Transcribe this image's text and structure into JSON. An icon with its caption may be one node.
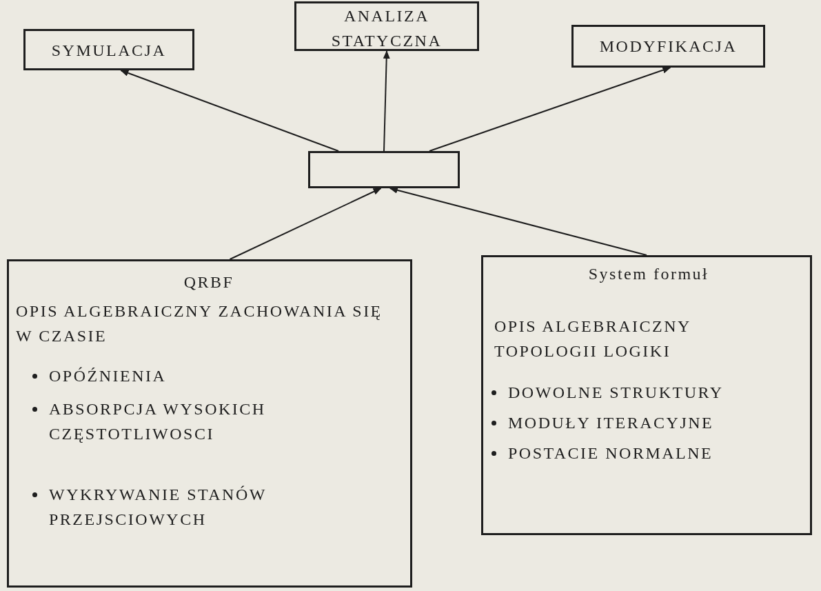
{
  "diagram": {
    "nodes": [
      {
        "text": [
          "SYMULACJA"
        ]
      },
      {
        "text": [
          "ANALIZA STATYCZNA"
        ]
      },
      {
        "text": [
          "MODYFIKACJA"
        ]
      },
      {
        "text": [],
        "shape": "box"
      },
      {
        "text": [
          "QRBF",
          "OPIS ALGEBRAICZNY ZACHOWANIA SIĘ W CZASIE",
          "OPÓŹNIENIA",
          "ABSORPCJA WYSOKICH CZĘSTOTLIWOSCI",
          "WYKRYWANIE STANÓW PRZEJSCIOWYCH"
        ]
      },
      {
        "text": [
          "System formuł",
          "OPIS ALGEBRAICZNY TOPOLOGII LOGIKI",
          "DOWOLNE STRUKTURY",
          "MODUŁY ITERACYJNE",
          "POSTACIE NORMALNE"
        ]
      }
    ],
    "edges": [
      {
        "from": 3,
        "to": 0,
        "arrow": "to"
      },
      {
        "from": 3,
        "to": 1,
        "arrow": "to"
      },
      {
        "from": 3,
        "to": 2,
        "arrow": "to"
      },
      {
        "from": 4,
        "to": 3,
        "arrow": "to"
      },
      {
        "from": 5,
        "to": 3,
        "arrow": "to"
      }
    ]
  }
}
